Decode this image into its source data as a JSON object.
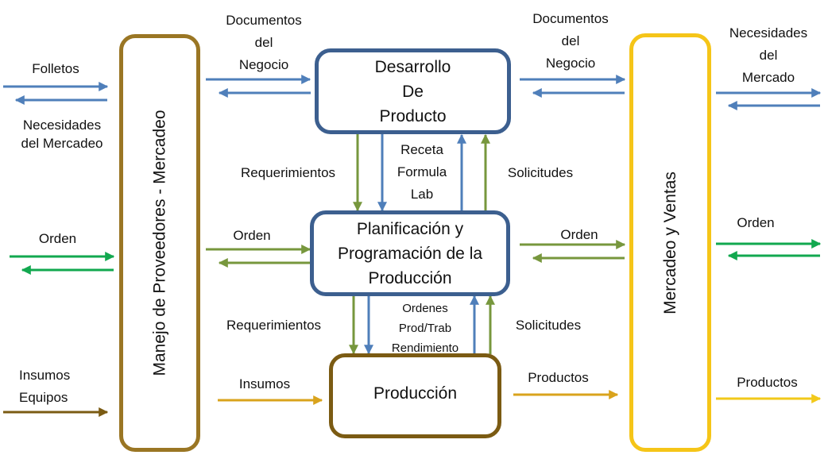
{
  "colors": {
    "blue": "#4f7fba",
    "olive_green": "#77973d",
    "green": "#12a84f",
    "brown": "#7b5b13",
    "gold": "#d9a31c",
    "yellow": "#f2c91a",
    "box_blue": "#3c5f8f",
    "box_brown_left": "#9a7624",
    "box_brown": "#7b5b13",
    "box_yellow": "#f5c518"
  },
  "boxes": {
    "suppliers": "Manejo de Proveedores - Mercadeo",
    "product_dev": "Desarrollo\nDe\nProducto",
    "planning": "Planificación y\nProgramación de la\nProducción",
    "production": "Producción",
    "marketing": "Mercadeo y Ventas"
  },
  "labels": {
    "folletos": "Folletos",
    "necesidades_mercadeo": "Necesidades\ndel Mercadeo",
    "orden_left": "Orden",
    "insumos_equipos": "Insumos\nEquipos",
    "documentos_left": "Documentos\ndel\nNegocio",
    "requerimientos_top": "Requerimientos",
    "orden_center_left": "Orden",
    "requerimientos_bottom": "Requerimientos",
    "insumos": "Insumos",
    "receta": "Receta\nFormula\nLab",
    "solicitudes_top": "Solicitudes",
    "ordenes_prod": "Ordenes\nProd/Trab\nRendimiento",
    "solicitudes_bottom": "Solicitudes",
    "documentos_right": "Documentos\ndel\nNegocio",
    "orden_center_right": "Orden",
    "productos_center": "Productos",
    "necesidades_mercado": "Necesidades\ndel\nMercado",
    "orden_right": "Orden",
    "productos_right": "Productos"
  }
}
